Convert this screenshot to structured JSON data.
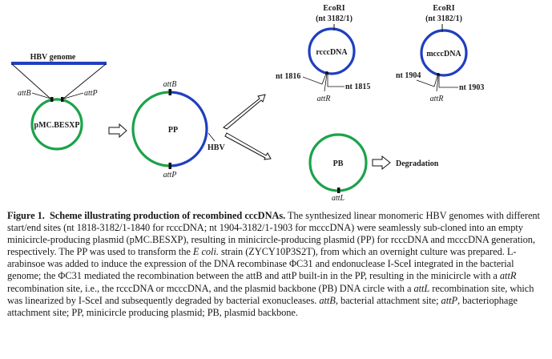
{
  "figure": {
    "hbv_genome_label": "HBV genome",
    "pmc": {
      "name": "pMC.BESXP",
      "attB": "attB",
      "attP": "attP"
    },
    "pp": {
      "name": "PP",
      "attB": "attB",
      "attP": "attP",
      "hbv_label": "HBV"
    },
    "rcccdna": {
      "name": "rcccDNA",
      "ecori": "EcoRI",
      "ecori_nt": "(nt 3182/1)",
      "nt_left": "nt 1816",
      "nt_right": "nt 1815",
      "attR": "attR"
    },
    "mcccdna": {
      "name": "mcccDNA",
      "ecori": "EcoRI",
      "ecori_nt": "(nt 3182/1)",
      "nt_left": "nt 1904",
      "nt_right": "nt 1903",
      "attR": "attR"
    },
    "pb": {
      "name": "PB",
      "attL": "attL",
      "result": "Degradation"
    },
    "colors": {
      "plasmid_backbone": "#1aa34a",
      "hbv": "#1f3fbf",
      "marker": "#111111"
    }
  },
  "caption": {
    "label": "Figure 1.",
    "title": "Scheme illustrating production of recombined cccDNAs.",
    "lines": [
      "The synthesized linear monomeric HBV",
      "genomes with different start/end sites (nt 1818-3182/1-1840 for rcccDNA; nt 1904-3182/1-1903 for mcccDNA)",
      "were seamlessly sub-cloned into an empty minicircle-producing plasmid (pMC.BESXP), resulting in minicircle-",
      "producing plasmid (PP) for rcccDNA and mcccDNA generation, respectively. The PP was used to transform the",
      "strain (ZYCY10P3S2T), from which an overnight culture was prepared. L-arabinsoe was added to induce",
      "the expression of the DNA recombinase ΦC31 and endonuclease I-SceI integrated in the bacterial genome; the",
      "ΦC31 mediated the recombination between the attB and attP built-in in the PP, resulting in the minicircle with a",
      "recombination site, i.e., the rcccDNA or mcccDNA, and the plasmid backbone (PB) DNA circle with a",
      "recombination site, which was linearized by I-SceI and subsequently degraded by bacterial exonucleases.",
      "bacterial attachment site;",
      ", bacteriophage attachment site; PP, minicircle producing plasmid; PB, plasmid",
      "backbone."
    ],
    "italic": {
      "ecoli": "E coli.",
      "attR": "attR",
      "attL": "attL",
      "attB": "attB,",
      "attP": "attP"
    }
  }
}
